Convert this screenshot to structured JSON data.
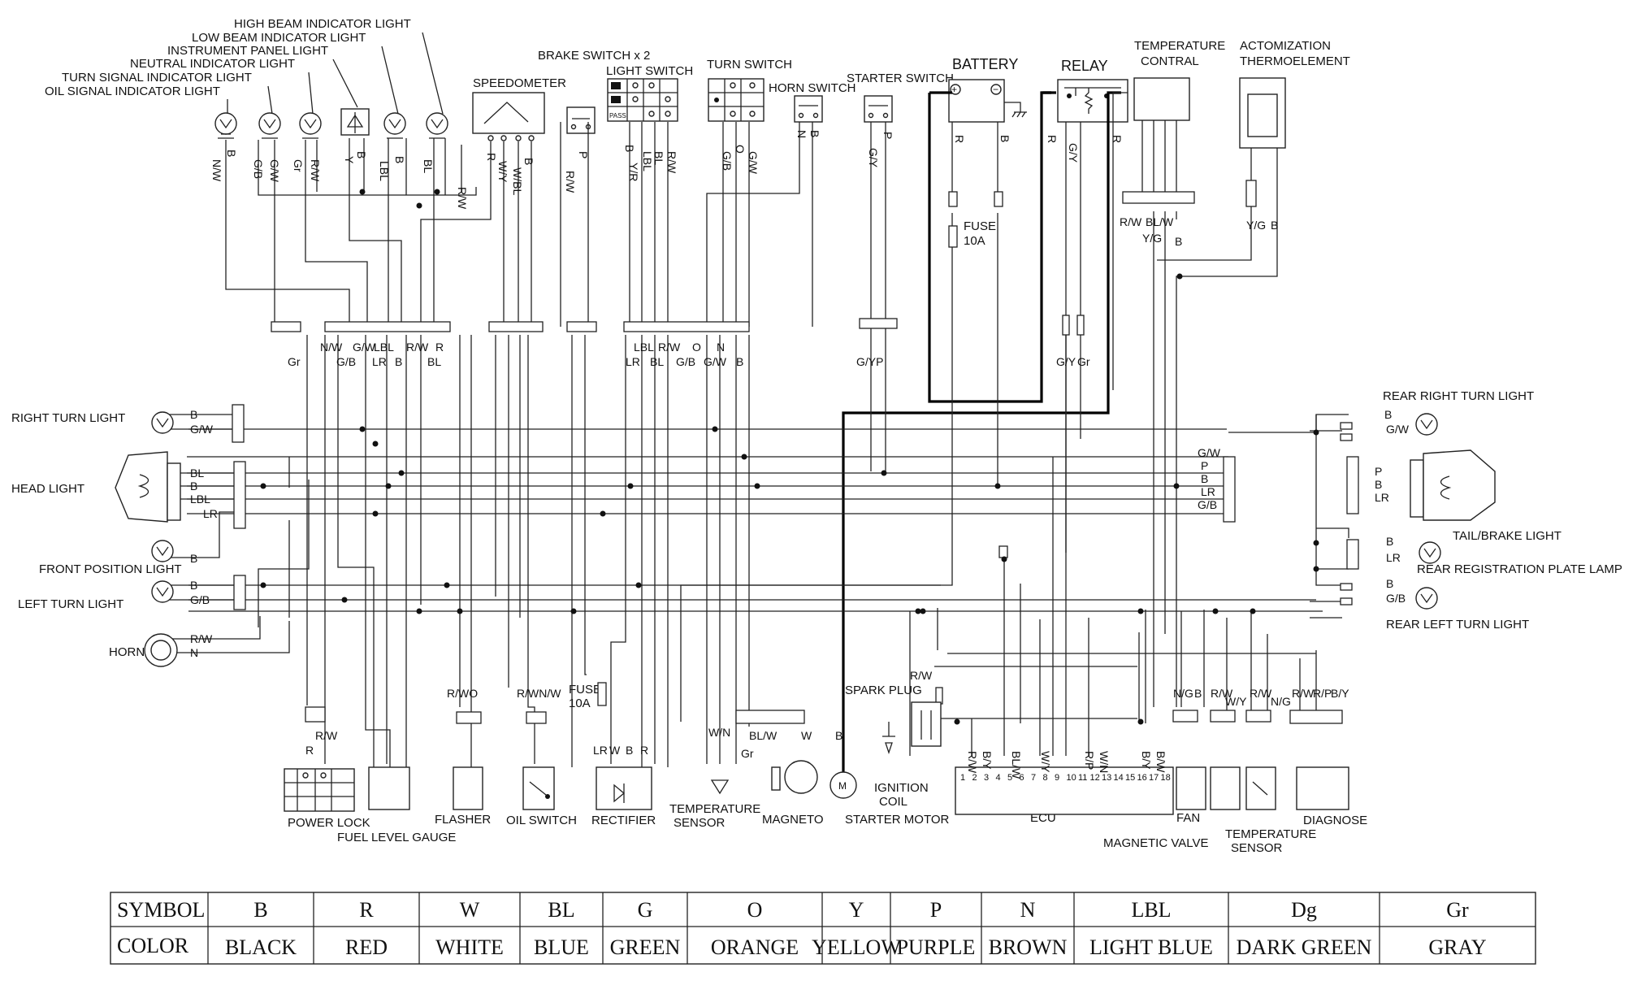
{
  "components": {
    "high_beam_indicator": "HIGH BEAM INDICATOR LIGHT",
    "low_beam_indicator": "LOW BEAM INDICATOR LIGHT",
    "instrument_panel_light": "INSTRUMENT PANEL LIGHT",
    "neutral_indicator": "NEUTRAL INDICATOR LIGHT",
    "turn_signal_indicator": "TURN SIGNAL INDICATOR LIGHT",
    "oil_signal_indicator": "OIL SIGNAL INDICATOR LIGHT",
    "speedometer": "SPEEDOMETER",
    "brake_switch": "BRAKE SWITCH x 2",
    "light_switch": "LIGHT SWITCH",
    "turn_switch": "TURN SWITCH",
    "horn_switch": "HORN SWITCH",
    "starter_switch": "STARTER SWITCH",
    "battery": "BATTERY",
    "relay": "RELAY",
    "temperature_control": "TEMPERATURE\nCONTRAL",
    "actomization": "ACTOMIZATION\nTHERMOELEMENT",
    "fuse_top": "FUSE\n10A",
    "right_turn_light": "RIGHT TURN LIGHT",
    "head_light": "HEAD LIGHT",
    "front_position_light": "FRONT POSITION LIGHT",
    "left_turn_light": "LEFT TURN LIGHT",
    "horn": "HORN",
    "rear_right_turn_light": "REAR RIGHT TURN LIGHT",
    "tail_brake_light": "TAIL/BRAKE LIGHT",
    "rear_registration_lamp": "REAR REGISTRATION PLATE LAMP",
    "rear_left_turn_light": "REAR LEFT TURN LIGHT",
    "power_lock": "POWER LOCK",
    "fuel_level_gauge": "FUEL LEVEL GAUGE",
    "flasher": "FLASHER",
    "oil_switch": "OIL SWITCH",
    "rectifier": "RECTIFIER",
    "fuse_bottom": "FUSE\n10A",
    "temperature_sensor_left": "TEMPERATURE\nSENSOR",
    "magneto": "MAGNETO",
    "spark_plug": "SPARK PLUG",
    "ignition_coil": "IGNITION\nCOIL",
    "starter_motor": "STARTER MOTOR",
    "ecu": "ECU",
    "fan": "FAN",
    "magnetic_valve": "MAGNETIC VALVE",
    "temperature_sensor_right": "TEMPERATURE\nSENSOR",
    "diagnose": "DIAGNOSE",
    "motor_symbol": "M"
  },
  "ecu_pins": [
    "1",
    "2",
    "3",
    "4",
    "5",
    "6",
    "7",
    "8",
    "9",
    "10",
    "11",
    "12",
    "13",
    "14",
    "15",
    "16",
    "17",
    "18"
  ],
  "light_switch_small": "PASS",
  "wire_labels": [
    "N/W",
    "B",
    "G/B",
    "G/W",
    "Gr",
    "R/W",
    "Y",
    "B",
    "LBL",
    "B",
    "BL",
    "R/W",
    "R",
    "W/Y",
    "W/BL",
    "B",
    "R/W",
    "P",
    "B",
    "Y/R",
    "LBL",
    "BL",
    "R/W",
    "G/B",
    "O",
    "G/W",
    "N",
    "B",
    "G/Y",
    "P",
    "R",
    "B",
    "R",
    "G/Y",
    "R",
    "N/W",
    "G/W",
    "LBL",
    "R/W",
    "R",
    "G/B",
    "LR",
    "B",
    "BL",
    "Gr",
    "LBL",
    "R/W",
    "O",
    "N",
    "LR",
    "BL",
    "G/B",
    "G/W",
    "B",
    "G/YP",
    "G/Y",
    "Gr",
    "R/W",
    "BL/W",
    "Y/G",
    "B",
    "Y/G",
    "B",
    "B",
    "G/W",
    "BL",
    "B",
    "LBL",
    "LR",
    "B",
    "B",
    "G/B",
    "R/W",
    "N",
    "B",
    "G/W",
    "G/W",
    "P",
    "B",
    "LR",
    "G/B",
    "P",
    "B",
    "LR",
    "B",
    "LR",
    "B",
    "G/B",
    "R/W",
    "R",
    "R/WO",
    "R/WN/W",
    "LR",
    "W",
    "B",
    "R",
    "W/N",
    "BL/W",
    "W",
    "Gr",
    "B",
    "R/W",
    "R/W",
    "B/Y",
    "BL/W",
    "W/Y",
    "R/P",
    "W/N",
    "B/Y",
    "B/W",
    "N/G",
    "B",
    "R/W",
    "W/Y",
    "R/W",
    "N/G",
    "R/W",
    "R/P",
    "B/Y"
  ],
  "legend": {
    "row_symbol_header": "SYMBOL",
    "row_color_header": "COLOR",
    "symbols": [
      "B",
      "R",
      "W",
      "BL",
      "G",
      "O",
      "Y",
      "P",
      "N",
      "LBL",
      "Dg",
      "Gr"
    ],
    "colors": [
      "BLACK",
      "RED",
      "WHITE",
      "BLUE",
      "GREEN",
      "ORANGE",
      "YELLOW",
      "PURPLE",
      "BROWN",
      "LIGHT BLUE",
      "DARK GREEN",
      "GRAY"
    ]
  }
}
